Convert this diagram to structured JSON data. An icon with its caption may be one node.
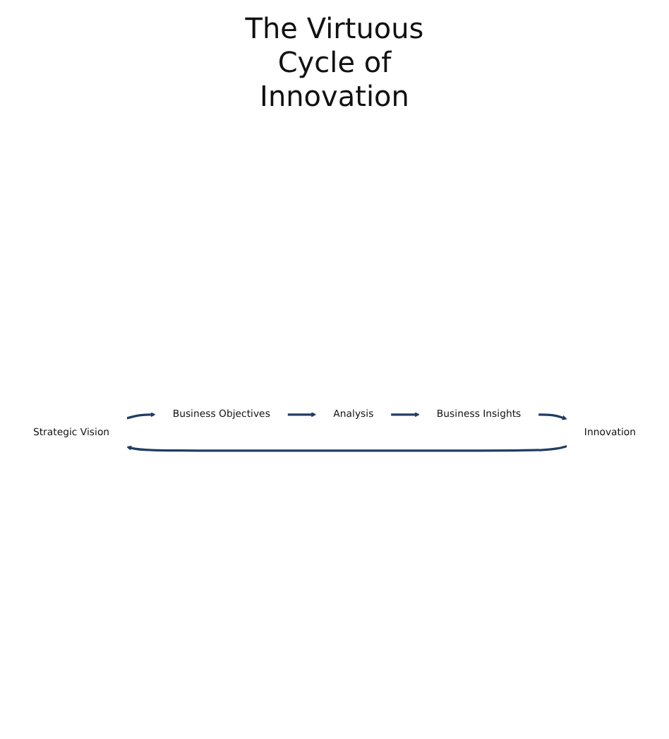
{
  "diagram": {
    "title": "The Virtuous Cycle of Innovation",
    "nodes": [
      {
        "text": [
          "Strategic Vision"
        ]
      },
      {
        "text": [
          "Business Objectives"
        ]
      },
      {
        "text": [
          "Analysis"
        ]
      },
      {
        "text": [
          "Business Insights"
        ]
      },
      {
        "text": [
          "Innovation"
        ]
      }
    ],
    "edges": [
      {
        "from": 0,
        "to": 1,
        "arrow": "to"
      },
      {
        "from": 1,
        "to": 2,
        "arrow": "to"
      },
      {
        "from": 2,
        "to": 3,
        "arrow": "to"
      },
      {
        "from": 3,
        "to": 4,
        "arrow": "to"
      },
      {
        "from": 4,
        "to": 0,
        "arrow": "to"
      }
    ]
  }
}
